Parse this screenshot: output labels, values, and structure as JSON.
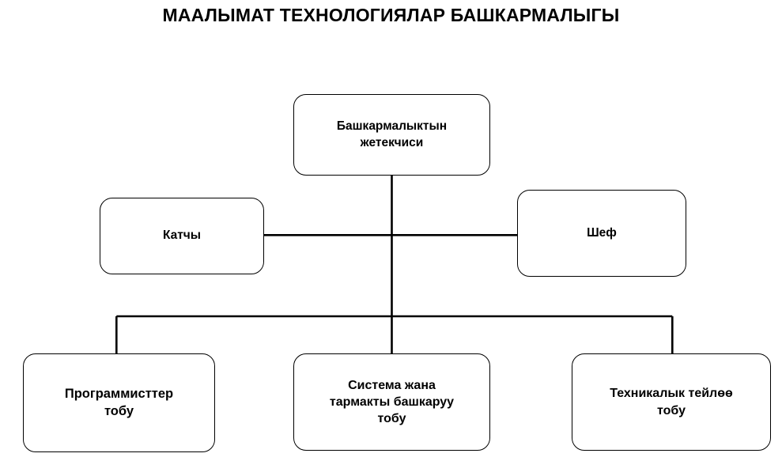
{
  "title": "МААЛЫМАТ ТЕХНОЛОГИЯЛАР БАШКАРМАЛЫГЫ",
  "nodes": {
    "head": "Башкармалыктын\nжетекчиси",
    "secretary": "Катчы",
    "chief": "Шеф",
    "programmers": "Программисттер\nтобу",
    "system_network": "Система жана\nтармакты башкаруу\nтобу",
    "technical": "Техникалык тейлөө\nтобу"
  },
  "colors": {
    "background": "#ffffff",
    "stroke": "#000000",
    "text": "#000000"
  },
  "chart_data": {
    "type": "diagram",
    "title": "МААЛЫМАТ ТЕХНОЛОГИЯЛАР БАШКАРМАЛЫГЫ",
    "diagram_kind": "organizational-chart",
    "orientation": "top-down",
    "levels": [
      {
        "level": 1,
        "nodes": [
          "Башкармалыктын жетекчиси"
        ]
      },
      {
        "level": 2,
        "nodes": [
          "Катчы",
          "Шеф"
        ]
      },
      {
        "level": 3,
        "nodes": [
          "Программисттер тобу",
          "Система жана тармакты башкаруу тобу",
          "Техникалык тейлөө тобу"
        ]
      }
    ],
    "edges": [
      {
        "from": "Башкармалыктын жетекчиси",
        "to": "Катчы"
      },
      {
        "from": "Башкармалыктын жетекчиси",
        "to": "Шеф"
      },
      {
        "from": "Башкармалыктын жетекчиси",
        "to": "Программисттер тобу"
      },
      {
        "from": "Башкармалыктын жетекчиси",
        "to": "Система жана тармакты башкаруу тобу"
      },
      {
        "from": "Башкармалыктын жетекчиси",
        "to": "Техникалык тейлөө тобу"
      }
    ],
    "node_shape": "rounded-rectangle",
    "edge_style": "orthogonal"
  }
}
